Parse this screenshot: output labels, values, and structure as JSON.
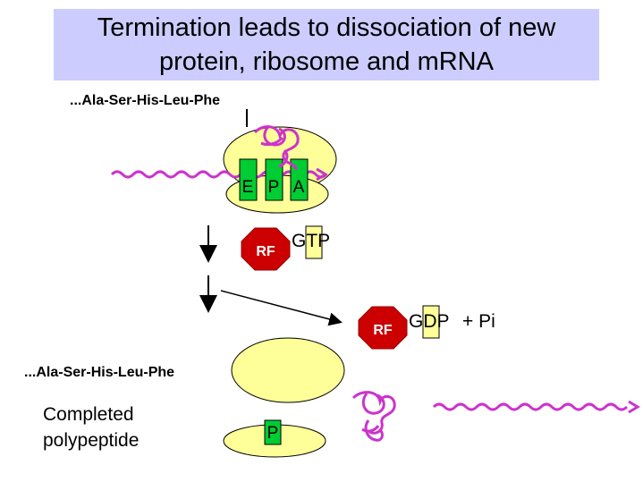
{
  "title": {
    "line1": "Termination leads to dissociation of new",
    "line2": "protein, ribosome and mRNA"
  },
  "top_peptide": "...Ala-Ser-His-Leu-Phe",
  "bottom_peptide": "...Ala-Ser-His-Leu-Phe",
  "sites": {
    "e": "E",
    "p": "P",
    "a": "A"
  },
  "release_factor_1": {
    "label": "RF",
    "nucleotide": "GTP"
  },
  "release_factor_2": {
    "label": "RF",
    "nucleotide": "GDP",
    "extra": "+ Pi"
  },
  "released_p_site": "P",
  "completed_label": {
    "line1": "Completed",
    "line2": "polypeptide"
  },
  "colors": {
    "title_bg": "#ccccff",
    "ribosome": "#ffff99",
    "site_green": "#00cc33",
    "rf_red": "#cc0000",
    "mrna": "#cc33cc",
    "nucleotide_box": "#ffff99"
  }
}
